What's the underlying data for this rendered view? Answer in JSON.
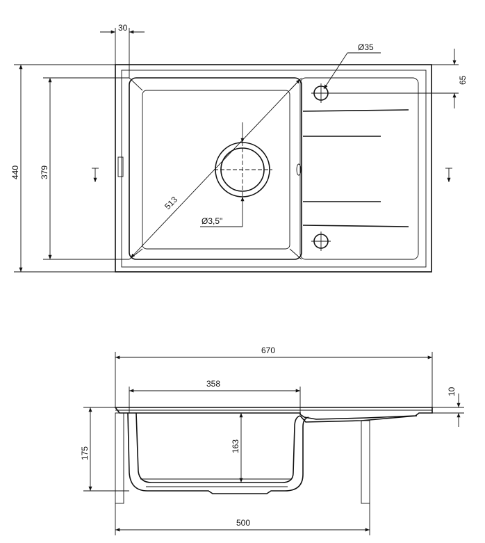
{
  "top_view": {
    "dimensions": {
      "overall_width_top": "30",
      "drain_diameter": "Ø35",
      "tap_offset": "65",
      "overall_depth": "440",
      "bowl_depth": "379",
      "bowl_diagonal": "513",
      "outlet_size": "Ø3,5\""
    }
  },
  "section_view": {
    "dimensions": {
      "overall_length": "670",
      "bowl_width": "358",
      "rim_thickness": "10",
      "total_height": "175",
      "bowl_height": "163",
      "cabinet_width": "500"
    }
  },
  "colors": {
    "line": "#111111",
    "background": "#ffffff"
  }
}
